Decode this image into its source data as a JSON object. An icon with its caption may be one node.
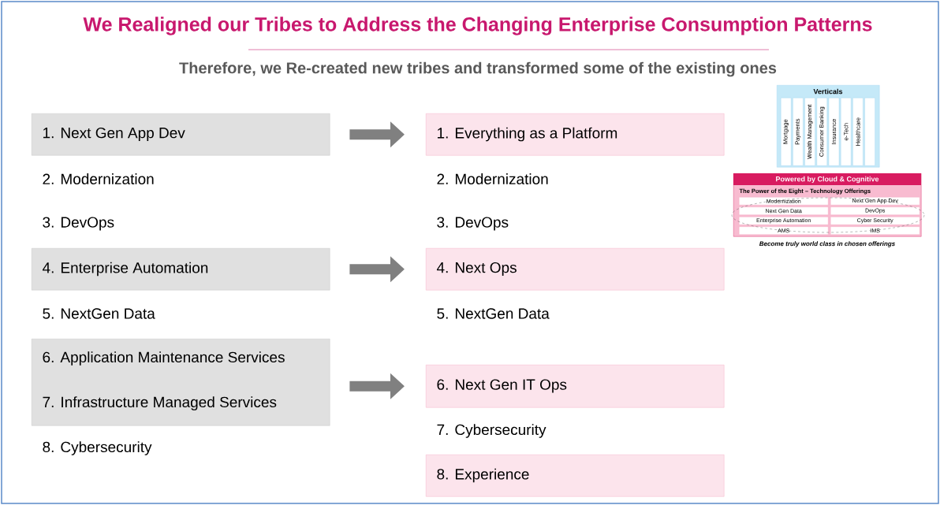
{
  "diagram": {
    "title": "We Realigned our Tribes to Address the Changing Enterprise Consumption Patterns",
    "nodes": [
      {
        "text": [
          "1. Next Gen App Dev"
        ]
      },
      {
        "text": [
          "4. Enterprise Automation"
        ]
      },
      {
        "text": [
          "6. Application Maintenance Services",
          "7. Infrastructure Managed Services"
        ]
      },
      {
        "text": [
          "1. Everything as a Platform"
        ]
      },
      {
        "text": [
          "4. Next Ops"
        ]
      },
      {
        "text": [
          "6. Next Gen IT Ops"
        ]
      },
      {
        "text": [
          "8. Experience"
        ]
      },
      {
        "text": [
          "Verticals"
        ]
      },
      {
        "text": [
          "Mortgage"
        ],
        "in": 7
      },
      {
        "text": [
          "Payments"
        ],
        "in": 7
      },
      {
        "text": [
          "Wealth Management"
        ],
        "in": 7
      },
      {
        "text": [
          "Consumer Banking"
        ],
        "in": 7
      },
      {
        "text": [
          "Insurance"
        ],
        "in": 7
      },
      {
        "text": [
          "e-Tech"
        ],
        "in": 7
      },
      {
        "text": [
          "Healthcare"
        ],
        "in": 7
      },
      {
        "text": [],
        "shape": "box",
        "in": 7
      },
      {
        "text": [
          "Powered by Cloud & Cognitive",
          "The Power of the Eight – Technology Offerings"
        ],
        "beside": [
          "Become truly world class in chosen offerings"
        ]
      },
      {
        "text": [
          "Modernization"
        ],
        "in": 16
      },
      {
        "text": [
          "Next Gen App Dev"
        ],
        "in": 16
      },
      {
        "text": [
          "Next Gen Data"
        ],
        "in": 16
      },
      {
        "text": [
          "DevOps"
        ],
        "in": 16
      },
      {
        "text": [
          "Enterprise Automation"
        ],
        "in": 16
      },
      {
        "text": [
          "Cyber Security"
        ],
        "in": 16
      },
      {
        "text": [
          "AMS"
        ],
        "in": 16
      },
      {
        "text": [
          "IMS"
        ],
        "in": 16
      }
    ],
    "edges": [
      {
        "from": 0,
        "to": 3,
        "arrow": "to"
      },
      {
        "from": 1,
        "to": 4,
        "arrow": "to"
      },
      {
        "from": 2,
        "to": 5,
        "arrow": "to"
      }
    ],
    "labels": [
      "Therefore, we Re-created new tribes and transformed some of the existing ones",
      "2. Modernization",
      "3. DevOps",
      "5. NextGen Data",
      "8. Cybersecurity",
      "2. Modernization",
      "3. DevOps",
      "5. NextGen Data",
      "7. Cybersecurity"
    ]
  }
}
